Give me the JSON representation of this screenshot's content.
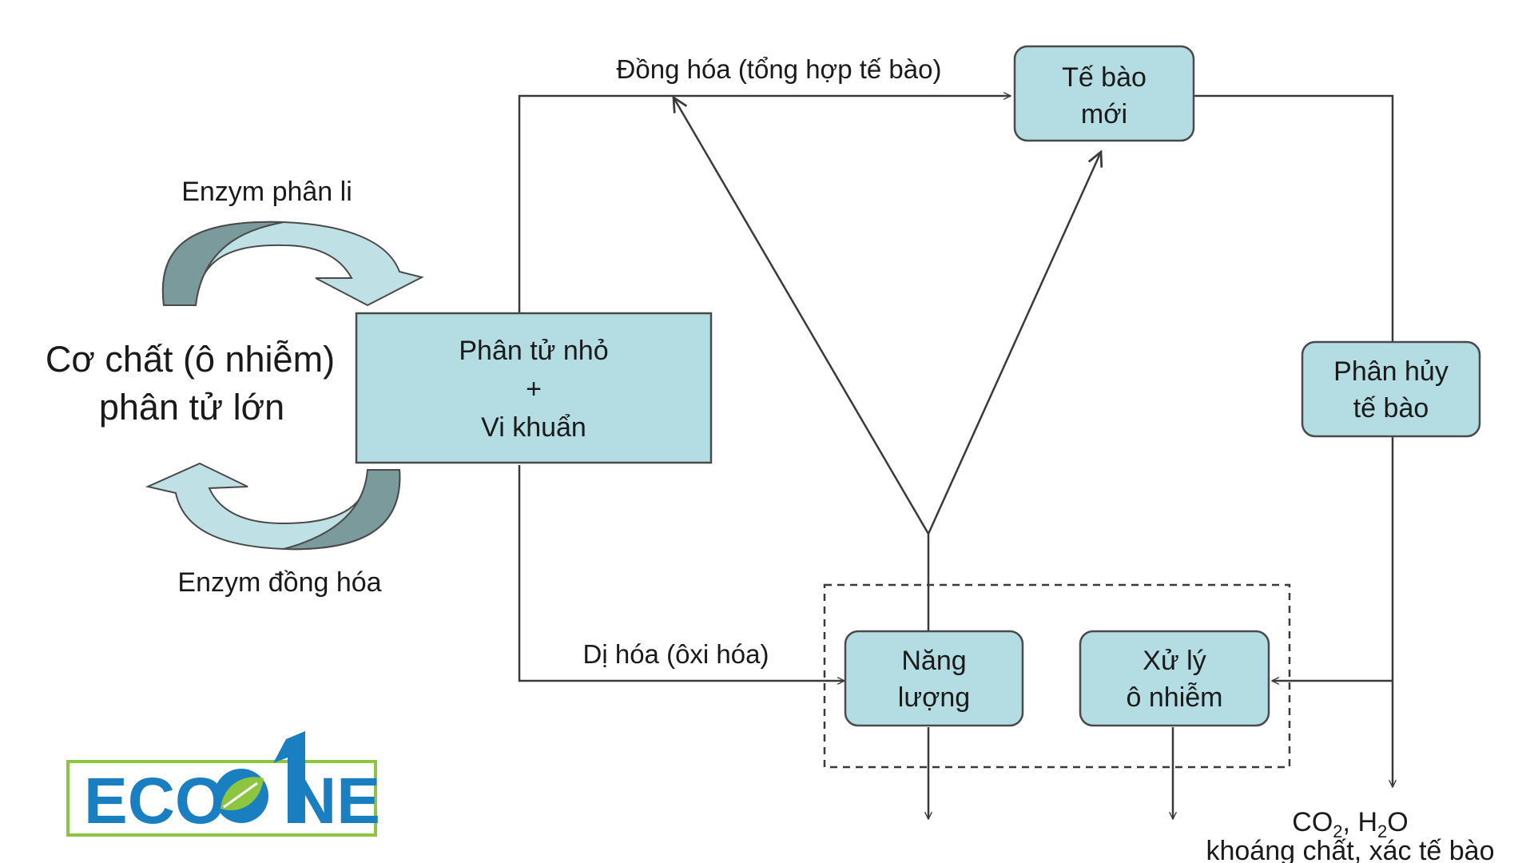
{
  "cycle": {
    "top_label": "Enzym phân li",
    "bottom_label": "Enzym đồng hóa",
    "substrate_line1": "Cơ chất (ô nhiễm)",
    "substrate_line2": "phân tử lớn",
    "arrow_top_colors": [
      "#7b9a9c",
      "#bfe0e4"
    ],
    "arrow_bottom_colors": [
      "#bfe0e4",
      "#7b9a9c"
    ]
  },
  "boxes": {
    "small_molecules": {
      "line1": "Phân tử nhỏ",
      "line2": "+",
      "line3": "Vi khuẩn"
    },
    "new_cells": {
      "line1": "Tế bào",
      "line2": "mới"
    },
    "cell_decomposition": {
      "line1": "Phân hủy",
      "line2": "tế bào"
    },
    "energy": {
      "line1": "Năng",
      "line2": "lượng"
    },
    "pollution_treatment": {
      "line1": "Xử lý",
      "line2": "ô nhiễm"
    }
  },
  "edges": {
    "anabolism": "Đồng hóa (tổng hợp tế bào)",
    "catabolism": "Dị hóa (ôxi hóa)"
  },
  "outputs": {
    "products_line1_prefix": "CO",
    "products_sub1": "2",
    "products_mid": ", H",
    "products_sub2": "2",
    "products_suffix": "O",
    "products_line2": "khoáng chất, xác tế bào"
  },
  "logo": {
    "text_left": "ECO",
    "text_right": "NE",
    "alt_word": "ECOONE",
    "brand_color": "#1a7fc1",
    "leaf_color": "#8cc63f",
    "border_color": "#8cc63f"
  },
  "colors": {
    "box_fill": "#b3dde3",
    "line": "#3a3a3a"
  }
}
